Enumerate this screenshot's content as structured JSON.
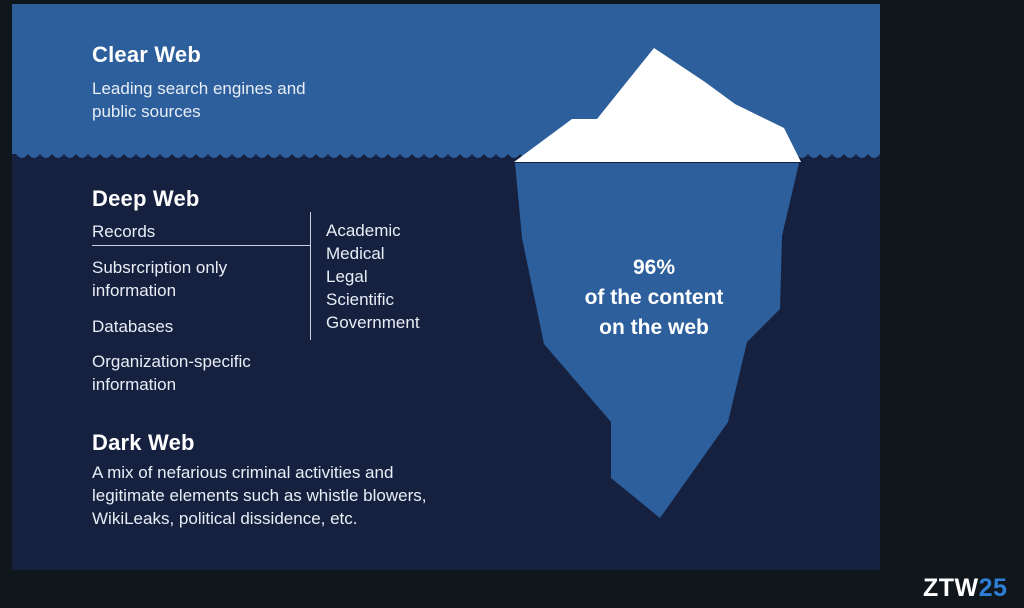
{
  "colors": {
    "surface": "#2c5f9c",
    "underwater": "#16213f",
    "iceberg_below": "#2c5f9c",
    "iceberg_above": "#ffffff",
    "brand_accent": "#2f7fd6"
  },
  "clear_web": {
    "title": "Clear Web",
    "lines": [
      "Leading search engines and",
      "public sources"
    ]
  },
  "deep_web": {
    "title": "Deep Web",
    "left_items": [
      {
        "lines": [
          "Records"
        ]
      },
      {
        "lines": [
          "Subsrcription only",
          "information"
        ]
      },
      {
        "lines": [
          "Databases"
        ]
      },
      {
        "lines": [
          "Organization-specific",
          "information"
        ]
      }
    ],
    "right_items": [
      "Academic",
      "Medical",
      "Legal",
      "Scientific",
      "Government"
    ]
  },
  "dark_web": {
    "title": "Dark Web",
    "lines": [
      "A mix of nefarious criminal activities and",
      "legitimate elements such as whistle blowers,",
      "WikiLeaks, political dissidence, etc."
    ]
  },
  "iceberg": {
    "stat_lines": [
      "96%",
      "of the content",
      "on the web"
    ]
  },
  "brand": {
    "prefix": "ZTW",
    "suffix": "25"
  }
}
